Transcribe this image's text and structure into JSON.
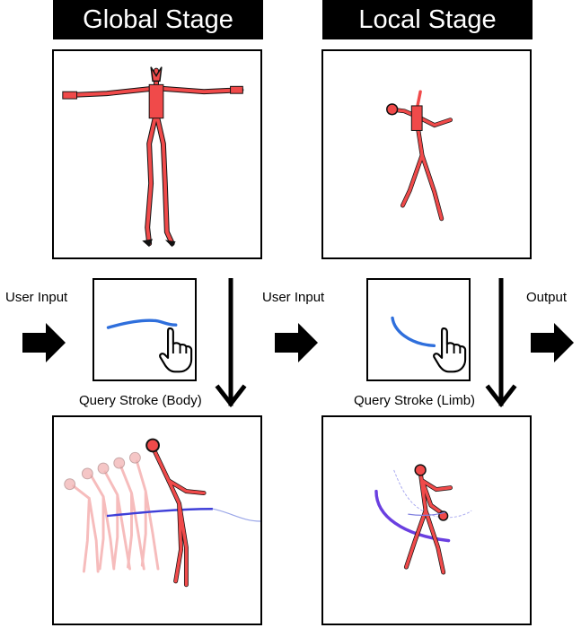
{
  "global_stage": {
    "title": "Global Stage",
    "input_label": "User Input",
    "stroke_caption": "Query Stroke (Body)"
  },
  "local_stage": {
    "title": "Local Stage",
    "input_label": "User Input",
    "stroke_caption": "Query Stroke (Limb)"
  },
  "output_label": "Output",
  "colors": {
    "skeleton": "#f04a4a",
    "skeleton_outline": "#111111",
    "query_stroke": "#2f6fdc",
    "trajectory": "#4b2fd6",
    "header_bg": "#000000"
  },
  "icons": [
    "pointing-hand-icon",
    "arrow-right-icon",
    "arrow-down-icon"
  ]
}
